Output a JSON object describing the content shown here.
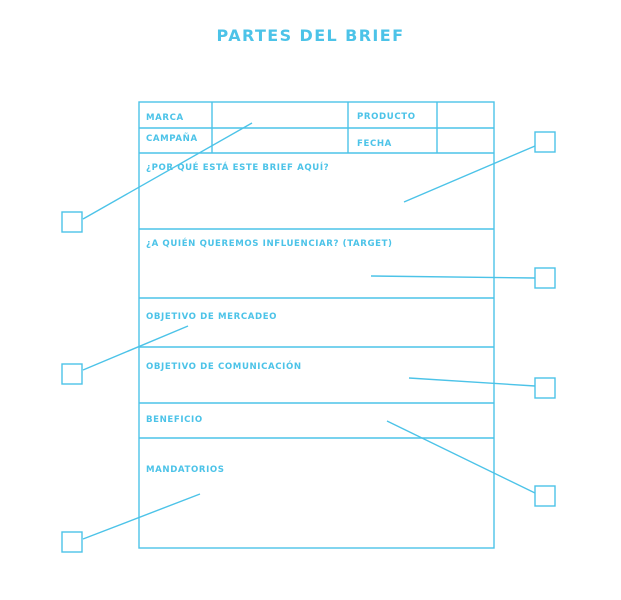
{
  "title": "PARTES DEL BRIEF",
  "form": {
    "marca": "MARCA",
    "producto": "PRODUCTO",
    "campana": "CAMPAÑA",
    "fecha": "FECHA",
    "por_que": "¿POR QUÉ ESTÁ ESTE BRIEF AQUÍ?",
    "a_quien": "¿A QUIÉN QUEREMOS INFLUENCIAR? (TARGET)",
    "objetivo_mercadeo": "OBJETIVO DE MERCADEO",
    "objetivo_comunicacion": "OBJETIVO DE COMUNICACIÓN",
    "beneficio": "BENEFICIO",
    "mandatorios": "MANDATORIOS"
  },
  "colors": {
    "accent": "#4cc3e8",
    "background": "#ffffff"
  }
}
